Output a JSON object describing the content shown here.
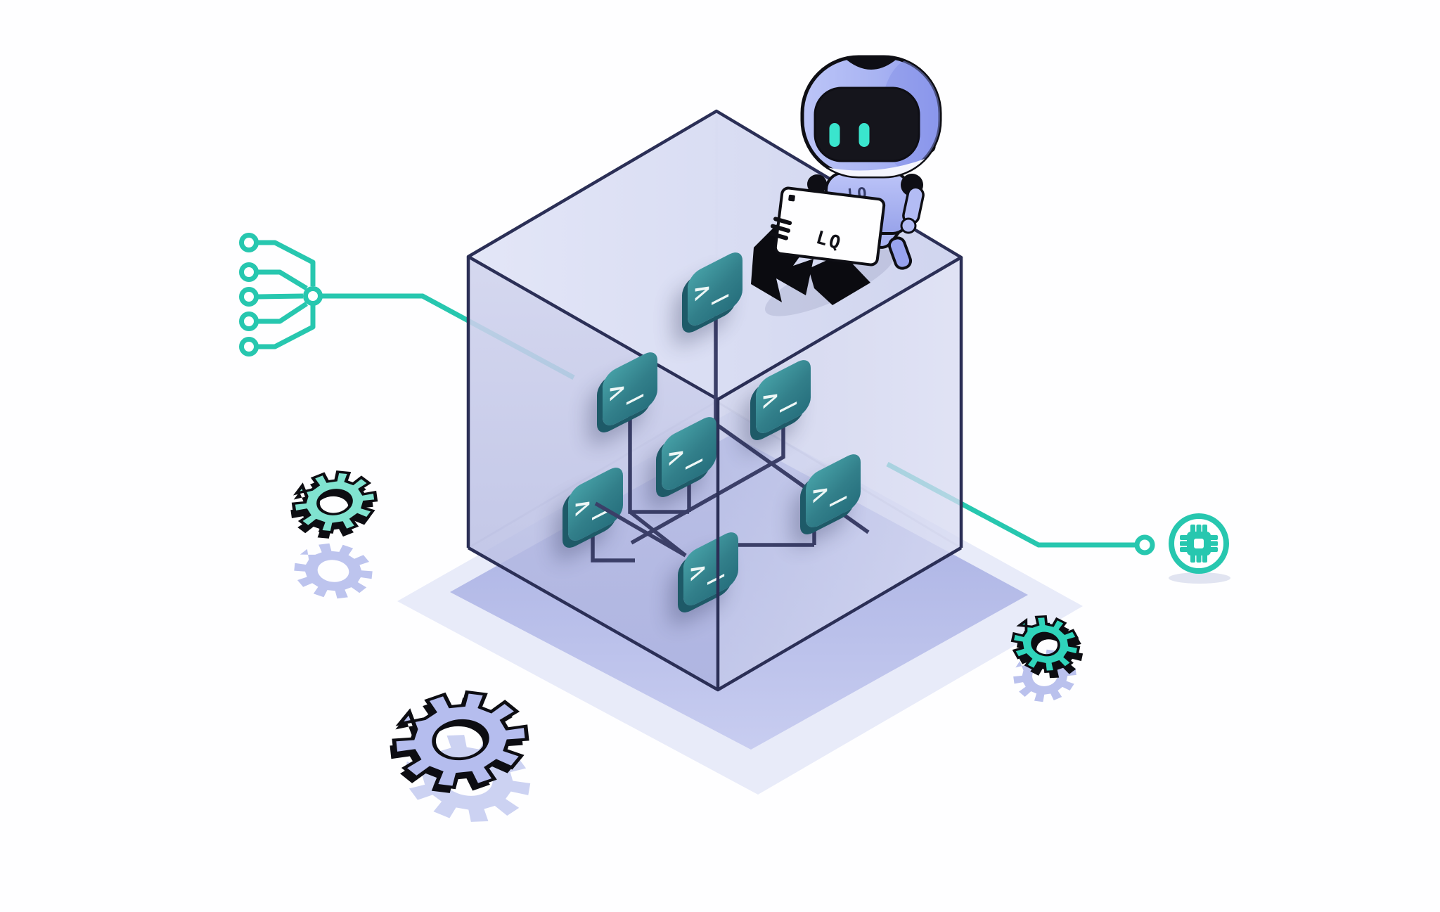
{
  "robot": {
    "laptop_logo": "LQ",
    "chest_logo": "LQ"
  },
  "terminals": {
    "prompt": ">",
    "cursor": "_",
    "count": 7
  },
  "colors": {
    "accent_teal": "#27c7af",
    "terminal_face": "#2e7e89",
    "terminal_side": "#1e5a68",
    "cube_edge": "#2b2f56",
    "network_line": "#3b3f68",
    "floor_shadow": "#adb5e6",
    "robot_body": "#aab4f2",
    "robot_eyes": "#3ae5cd",
    "visor_black": "#15151c",
    "laptop_white": "#fefeff",
    "gear_mint": "#80e3d0",
    "gear_teal": "#2fd4bb",
    "gear_lavender": "#b5bdee",
    "gear_ghost_lavender": "#ccd2f2"
  }
}
